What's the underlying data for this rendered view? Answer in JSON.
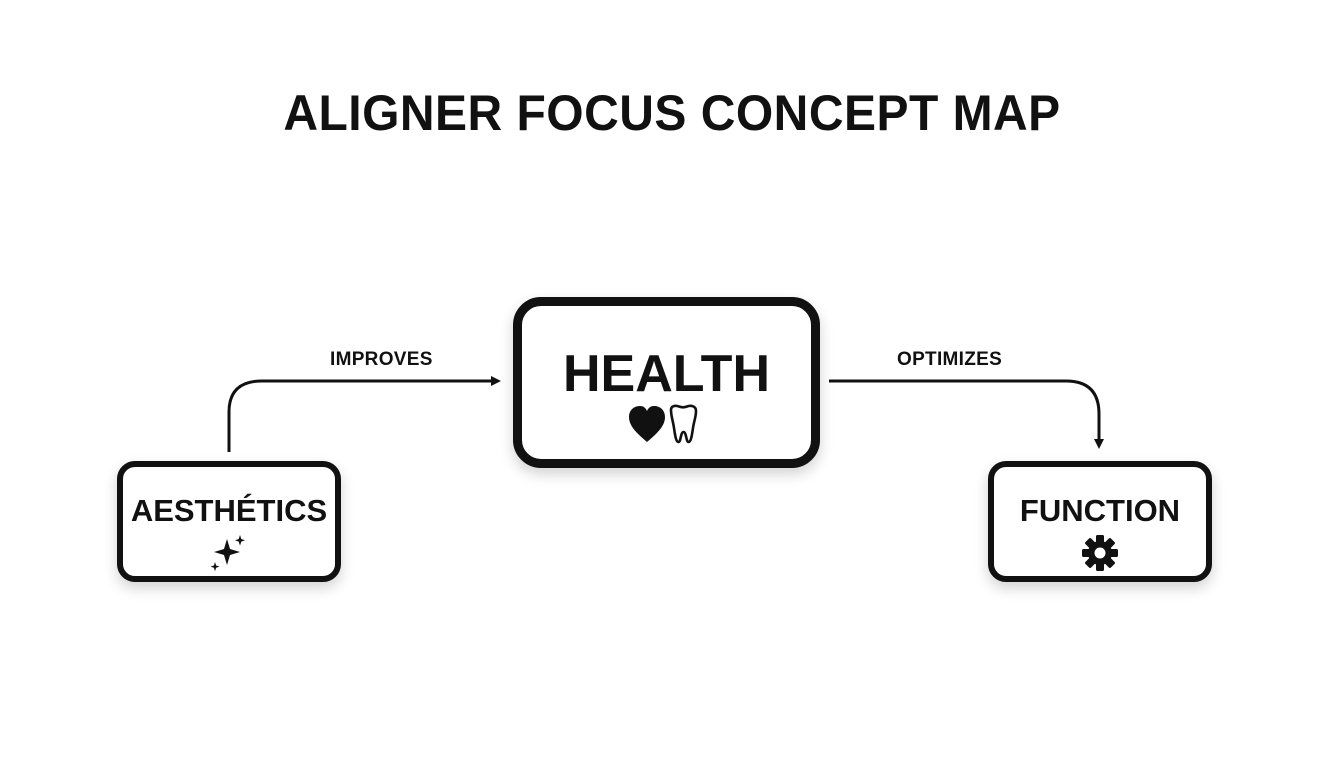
{
  "diagram": {
    "title": "ALIGNER FOCUS CONCEPT MAP",
    "nodes": {
      "aesthetics": {
        "label": "AESTHÉTICS",
        "icon": "sparkle-icon"
      },
      "health": {
        "label": "HEALTH",
        "icon": "heart-tooth-icon"
      },
      "function": {
        "label": "FUNCTION",
        "icon": "gear-icon"
      }
    },
    "edges": {
      "improves": {
        "from": "aesthetics",
        "to": "health",
        "label": "IMPROVES"
      },
      "optimizes": {
        "from": "health",
        "to": "function",
        "label": "OPTIMIZES"
      }
    },
    "colors": {
      "stroke": "#111111",
      "background": "#ffffff"
    }
  }
}
